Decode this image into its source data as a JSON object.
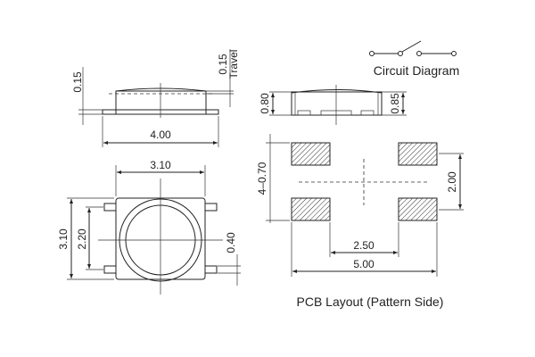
{
  "side_view": {
    "dim_width": "4.00",
    "dim_offset": "0.15",
    "dim_travel": "0.15",
    "travel_label": "Travel"
  },
  "end_view": {
    "dim_left": "0.80",
    "dim_right": "0.85"
  },
  "circuit": {
    "label": "Circuit Diagram"
  },
  "top_view": {
    "dim_top": "3.10",
    "dim_left_outer": "3.10",
    "dim_left_inner": "2.20",
    "dim_pin": "0.40"
  },
  "pcb": {
    "label": "PCB Layout (Pattern Side)",
    "dim_pad": "4–0.70",
    "dim_pitch_v": "2.00",
    "dim_inner_h": "2.50",
    "dim_outer_h": "5.00"
  }
}
